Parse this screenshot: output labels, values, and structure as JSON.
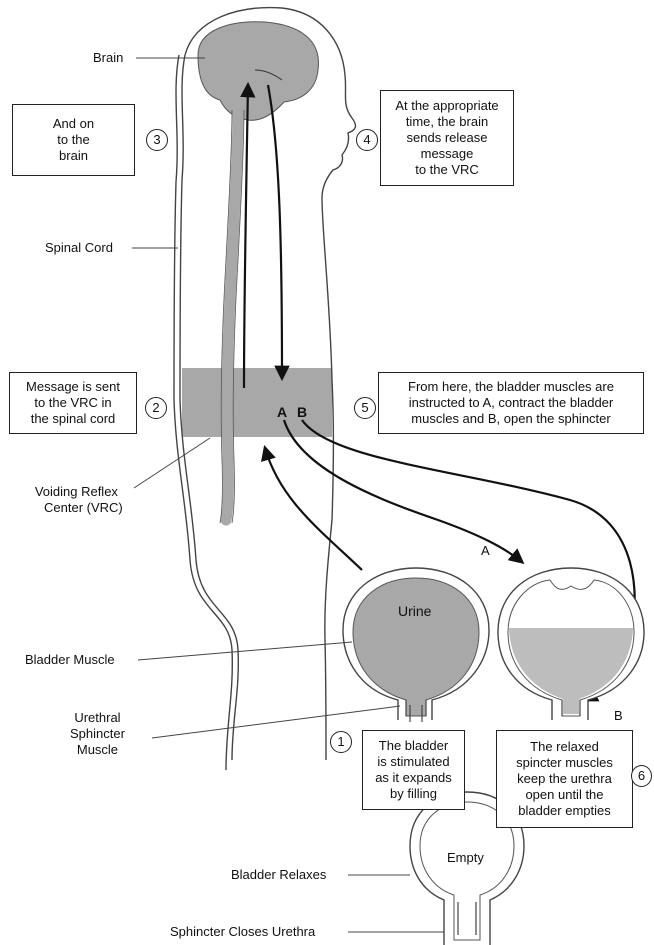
{
  "labels": {
    "brain": "Brain",
    "spinal_cord": "Spinal Cord",
    "vrc": [
      "Voiding Reflex",
      "Center (VRC)"
    ],
    "bladder_muscle": "Bladder Muscle",
    "urethral_sphincter": [
      "Urethral",
      "Sphincter",
      "Muscle"
    ],
    "bladder_relaxes": "Bladder Relaxes",
    "sphincter_closes": "Sphincter Closes Urethra",
    "urine": "Urine",
    "empty": "Empty"
  },
  "letters": {
    "a_vrc": "A",
    "b_vrc": "B",
    "a_arrow": "A",
    "b_arrow": "B"
  },
  "steps": [
    {
      "number": "1",
      "lines": [
        "The bladder",
        "is stimulated",
        "as it expands",
        "by filling"
      ]
    },
    {
      "number": "2",
      "lines": [
        "Message is sent",
        "to the VRC in",
        "the spinal cord"
      ]
    },
    {
      "number": "3",
      "lines": [
        "And on",
        "to the",
        "brain"
      ]
    },
    {
      "number": "4",
      "lines": [
        "At the appropriate",
        "time, the brain",
        "sends release",
        "message",
        "to the VRC"
      ]
    },
    {
      "number": "5",
      "lines": [
        "From here, the bladder muscles are",
        "instructed to A, contract the bladder",
        "muscles and B, open the sphincter"
      ]
    },
    {
      "number": "6",
      "lines": [
        "The relaxed",
        "spincter muscles",
        "keep the urethra",
        "open until the",
        "bladder empties"
      ]
    }
  ]
}
